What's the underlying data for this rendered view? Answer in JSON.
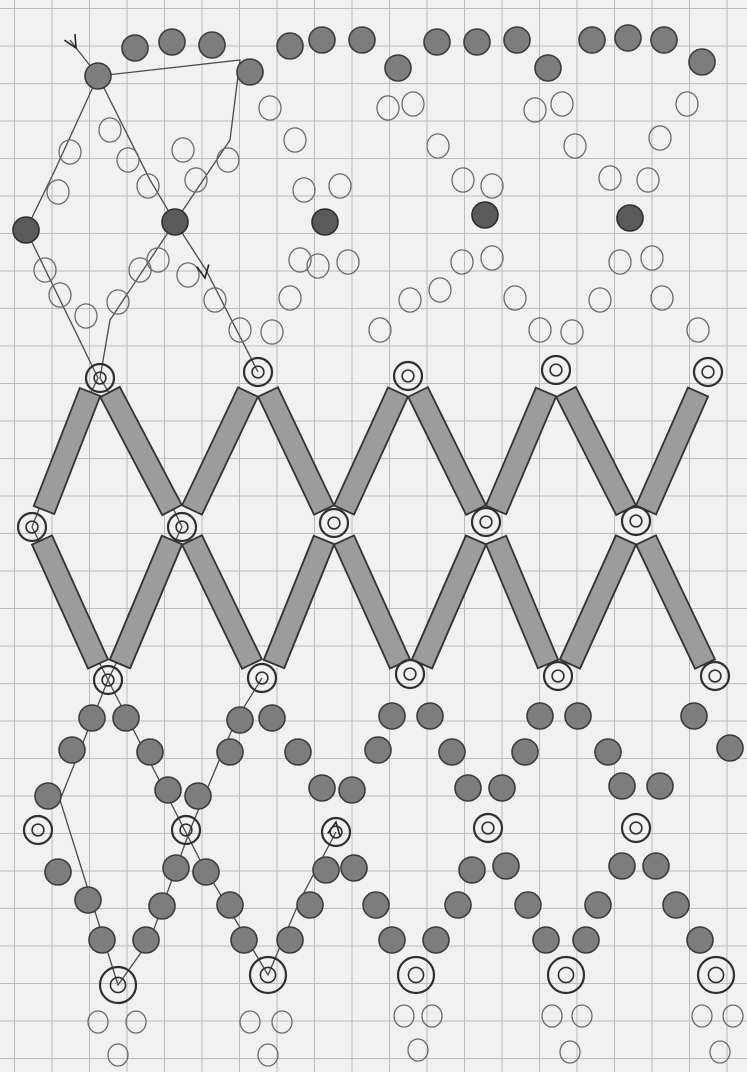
{
  "colors": {
    "paper": "#f1f1f1",
    "grid": "#bcbcbc",
    "pencil": "#3c3c3c",
    "shaded_bead": "#7d7d7d",
    "bugle_bead": "#9c9c9c"
  },
  "legend_symbols": [
    "shaded-seed-bead",
    "outline-seed-bead",
    "ring-bead",
    "bugle-bead",
    "thread-path",
    "direction-arrow"
  ]
}
